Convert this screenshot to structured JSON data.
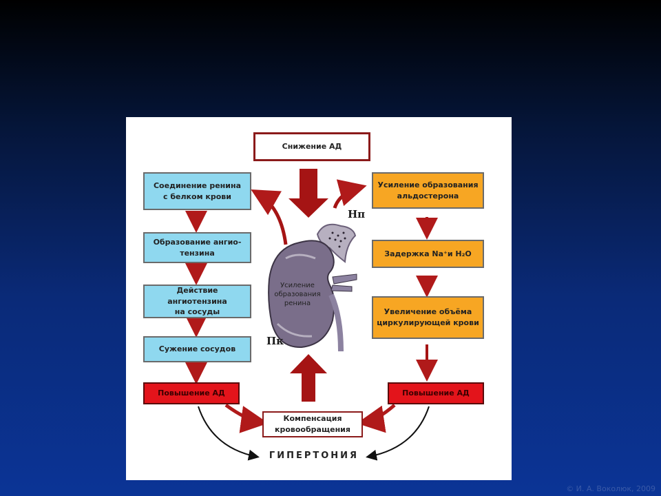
{
  "diagram": {
    "top_box": "Снижение АД",
    "left_chain": [
      "Соединение ренина\nс белком крови",
      "Образование ангио-\nтензина",
      "Действие ангиотензина\nна сосуды",
      "Сужение сосудов"
    ],
    "left_result": "Повышение АД",
    "right_chain": [
      "Усиление образования\nальдостерона",
      "Задержка Na⁺и H₂O",
      "Увеличение объёма\nциркулирующей крови"
    ],
    "right_result": "Повышение АД",
    "compensation": "Компенсация\nкровообращения",
    "hypertension": "ГИПЕРТОНИЯ",
    "kidney_text": "Усиление\nобразования\nренина",
    "label_pk": "Пк",
    "label_np": "Нп"
  },
  "colors": {
    "blue_box": "#8fd8ef",
    "orange_box": "#f7a623",
    "red_box": "#e3141b",
    "arrow_red": "#a51414",
    "kidney": "#7a6e8a"
  },
  "footer": {
    "copyright": "© И. А. Воколюк, 2009"
  }
}
